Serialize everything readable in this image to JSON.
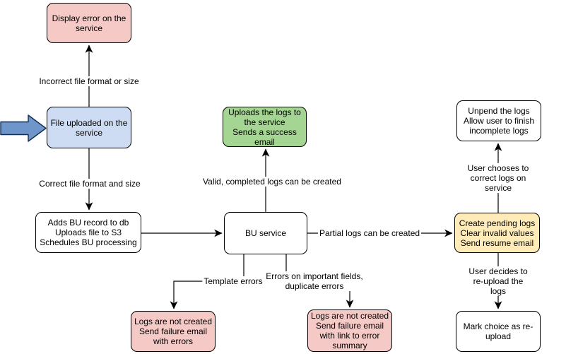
{
  "nodes": {
    "display_error": {
      "label": "Display error on the\nservice",
      "color": "#f4c9c6"
    },
    "file_uploaded": {
      "label": "File uploaded on the\nservice",
      "color": "#cddcf3"
    },
    "adds_bu": {
      "label": "Adds BU record to db\nUploads file to S3\nSchedules BU processing",
      "color": "#ffffff"
    },
    "bu_service": {
      "label": "BU service",
      "color": "#ffffff"
    },
    "uploads_logs": {
      "label": "Uploads the logs to\nthe service\nSends a success\nemail",
      "color": "#a5d592"
    },
    "create_pending": {
      "label": "Create pending logs\nClear invalid values\nSend resume email",
      "color": "#ffebb8"
    },
    "unpend_logs": {
      "label": "Unpend the logs\nAllow user to finish\nincomplete logs",
      "color": "#ffffff"
    },
    "logs_not_created_errors": {
      "label": "Logs are not created\nSend failure email\nwith errors",
      "color": "#f4c9c6"
    },
    "logs_not_created_summary": {
      "label": "Logs are not created\nSend failure email\nwith link to error\nsummary",
      "color": "#f4c9c6"
    },
    "mark_choice": {
      "label": "Mark choice as re-\nupload",
      "color": "#ffffff"
    }
  },
  "edges": {
    "incorrect_format": {
      "label": "Incorrect file format or size"
    },
    "correct_format": {
      "label": "Correct file format and size"
    },
    "valid_logs": {
      "label": "Valid, completed logs can be created"
    },
    "partial_logs": {
      "label": "Partial logs can be created"
    },
    "template_errors": {
      "label": "Template errors"
    },
    "important_errors": {
      "label": "Errors on important fields,\nduplicate errors"
    },
    "choose_correct": {
      "label": "User chooses to correct logs on service"
    },
    "reupload": {
      "label": "User decides to re-upload the logs"
    }
  },
  "icons": {
    "entry_arrow": "block-arrow-right"
  },
  "colors": {
    "node_pink": "#f4c9c6",
    "node_blue": "#cddcf3",
    "node_green": "#a5d592",
    "node_yellow": "#ffebb8",
    "node_white": "#ffffff",
    "stroke": "#000000",
    "entry_arrow_fill": "#6e96ca"
  }
}
